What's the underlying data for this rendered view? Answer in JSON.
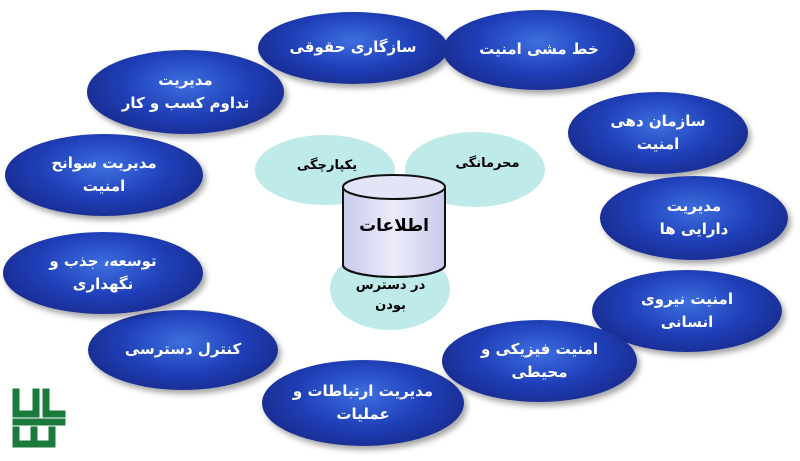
{
  "center": {
    "label": "اطلاعات",
    "triad": [
      {
        "id": "integrity",
        "label": "یکپارچگی"
      },
      {
        "id": "confidentiality",
        "label": "محرمانگی"
      },
      {
        "id": "availability",
        "label": "در دسترس\nبودن"
      }
    ]
  },
  "domains": [
    {
      "id": "compliance",
      "label": "سازگاری حقوقی"
    },
    {
      "id": "policy",
      "label": "خط مشی امنیت"
    },
    {
      "id": "organization",
      "label": "سازمان دهی\nامنیت"
    },
    {
      "id": "asset-management",
      "label": "مدیریت\nدارایی ها"
    },
    {
      "id": "hr-security",
      "label": "امنیت نیروی\nانسانی"
    },
    {
      "id": "physical-security",
      "label": "امنیت فیزیکی و\nمحیطی"
    },
    {
      "id": "operations",
      "label": "مدیریت ارتباطات و\nعملیات"
    },
    {
      "id": "access-control",
      "label": "کنترل دسترسی"
    },
    {
      "id": "development",
      "label": "توسعه، جذب و\nنگهداری"
    },
    {
      "id": "incident-management",
      "label": "مدیریت سوانح\nامنیت"
    },
    {
      "id": "business-continuity",
      "label": "مدیریت\nتداوم کسب و کار"
    }
  ],
  "colors": {
    "node_dark": "#141f73",
    "node_mid": "#1f3fb8",
    "node_light": "#3d6fe0",
    "venn_fill": "#b9e8e8",
    "cylinder_fill": "#d8d8f0",
    "logo_green": "#1a7a3c"
  }
}
